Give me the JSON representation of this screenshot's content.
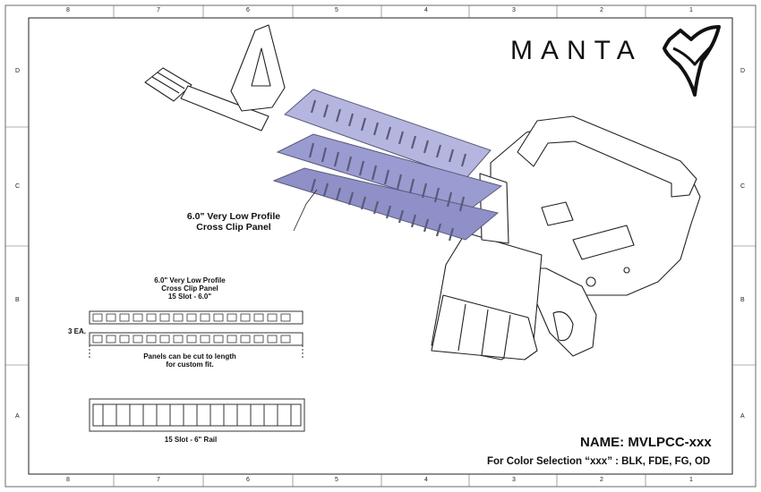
{
  "border": {
    "columns": [
      "8",
      "7",
      "6",
      "5",
      "4",
      "3",
      "2",
      "1"
    ],
    "rows": [
      "D",
      "C",
      "B",
      "A"
    ]
  },
  "brand": {
    "name": "MANTA"
  },
  "callouts": {
    "main_label": [
      "6.0\" Very Low Profile",
      "Cross Clip Panel"
    ],
    "detail_title": [
      "6.0\" Very Low Profile",
      "Cross Clip Panel",
      "15 Slot - 6.0\""
    ],
    "quantity": "3 EA.",
    "cut_note": [
      "Panels can be cut to length",
      "for custom fit."
    ],
    "rail_label": "15 Slot - 6\" Rail"
  },
  "title_block": {
    "name": "NAME: MVLPCC-xxx",
    "colors": "For Color Selection “xxx” : BLK, FDE, FG, OD"
  },
  "colors": {
    "line": "#222222",
    "rail": "#8f90c8",
    "rail_dark": "#5a5a7a"
  }
}
